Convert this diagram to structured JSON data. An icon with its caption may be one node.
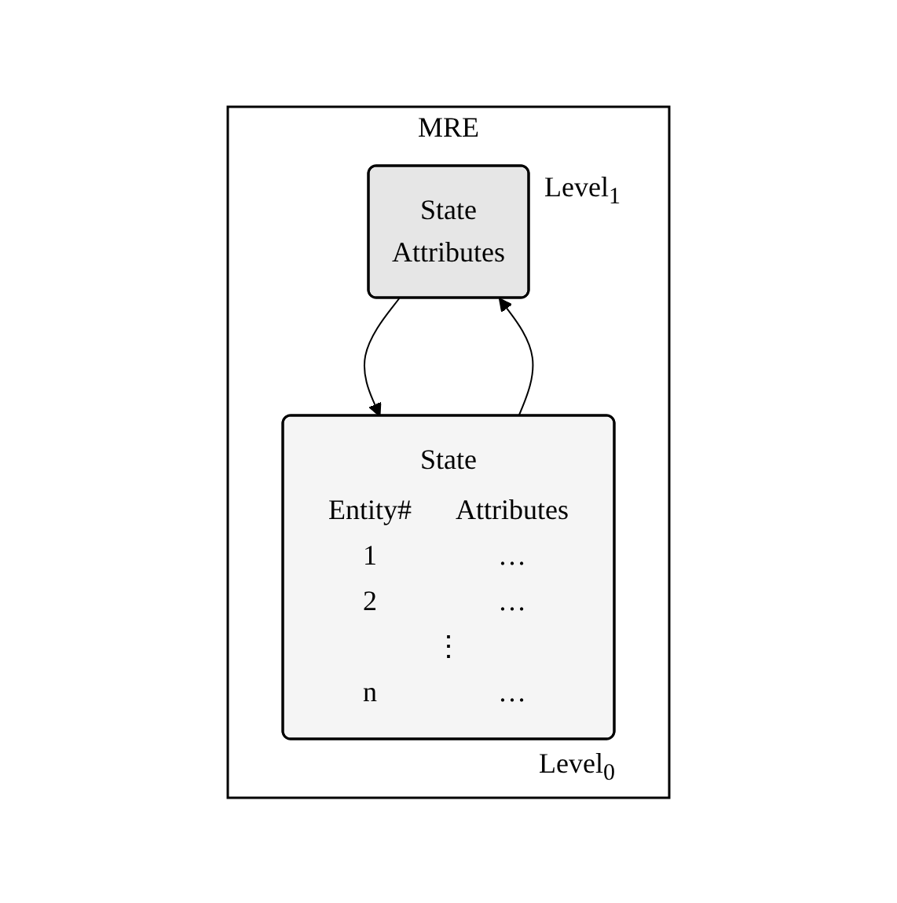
{
  "diagram": {
    "nodes": [
      {
        "text": [
          "MRE"
        ]
      },
      {
        "text": [
          "State",
          "Attributes"
        ],
        "in": 0,
        "beside": [
          "Level$_{1}$"
        ]
      },
      {
        "text": [
          "State",
          "Entity#",
          "Attributes",
          "1",
          "…",
          "2",
          "…",
          "⋮",
          "n",
          "…"
        ],
        "in": 0,
        "beside": [
          "Level$_{0}$"
        ]
      }
    ],
    "edges": [
      {
        "from": 2,
        "to": 1,
        "arrow": "to"
      },
      {
        "from": 1,
        "to": 2,
        "arrow": "to"
      }
    ]
  }
}
